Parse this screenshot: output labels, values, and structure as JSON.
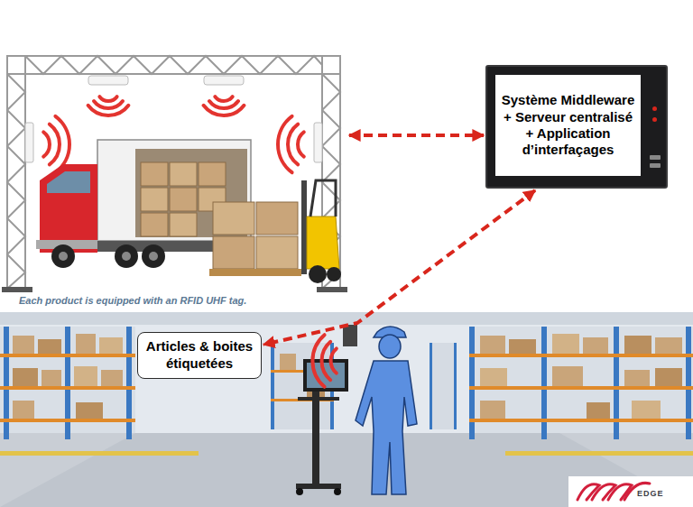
{
  "diagram": {
    "nodes": [
      {
        "text": [
          "Each product is equipped with an RFID UHF tag."
        ]
      },
      {
        "text": [
          "Système Middleware + Serveur centralisé + Application d’interfaçages"
        ]
      },
      {
        "text": [
          "Articles & boites étiquetées"
        ]
      }
    ],
    "edges": [
      {
        "from": 0,
        "to": 1,
        "arrow": "both"
      },
      {
        "from": 1,
        "to": 2,
        "arrow": "both"
      }
    ],
    "labels": [
      "EDGE"
    ]
  }
}
